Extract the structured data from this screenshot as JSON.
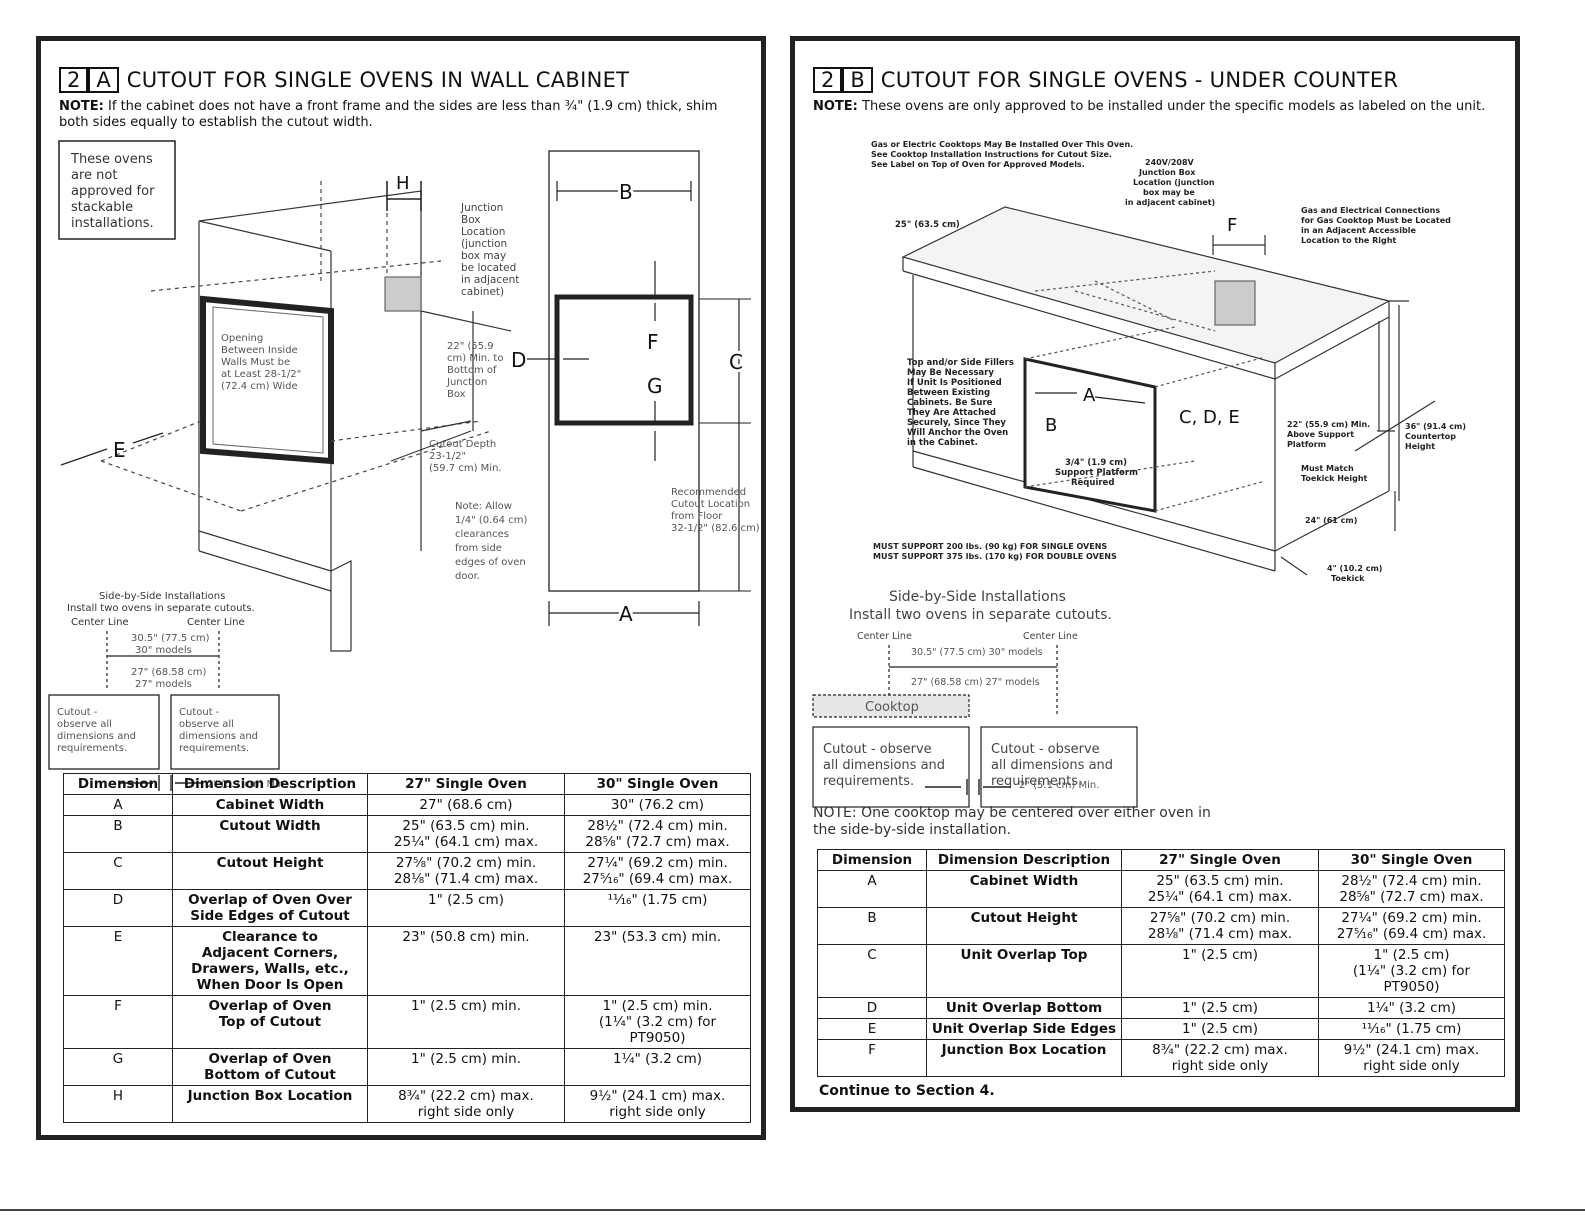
{
  "left": {
    "section_num": "2",
    "section_letter": "A",
    "title": "CUTOUT FOR SINGLE OVENS IN WALL CABINET",
    "note_label": "NOTE:",
    "note_text": "If the cabinet does not have a front frame and the sides are less than ¾\" (1.9 cm) thick, shim both sides equally to establish the cutout width.",
    "diagram": {
      "stackable_note": [
        "These ovens",
        "are not",
        "approved for",
        "stackable",
        "installations."
      ],
      "letter_h": "H",
      "letter_b": "B",
      "letter_d": "D",
      "letter_f": "F",
      "letter_g": "G",
      "letter_c": "C",
      "letter_e": "E",
      "letter_a": "A",
      "junction_note": [
        "Junction",
        "Box",
        "Location",
        "(junction",
        "box may",
        "be located",
        "in adjacent",
        "cabinet)"
      ],
      "opening_note": [
        "Opening",
        "Between Inside",
        "Walls Must be",
        "at Least 28-1/2\"",
        "(72.4 cm) Wide"
      ],
      "min_22_note": [
        "22\" (55.9",
        "cm) Min. to",
        "Bottom of",
        "Junction",
        "Box"
      ],
      "cutout_depth_note": [
        "Cutout Depth",
        "23-1/2\"",
        "(59.7 cm) Min."
      ],
      "allow_note": [
        "Note: Allow",
        "1/4\" (0.64 cm)",
        "clearances",
        "from side",
        "edges of oven",
        "door."
      ],
      "recommended_note": [
        "Recommended",
        "Cutout Location",
        "from Floor",
        "32-1/2\" (82.6 cm)"
      ],
      "side_by_side": [
        "Side-by-Side Installations",
        "Install two ovens in separate cutouts."
      ],
      "center_line_1": "Center Line",
      "center_line_2": "Center Line",
      "dim_30": [
        "30.5\" (77.5 cm)",
        "30\" models"
      ],
      "dim_27": [
        "27\" (68.58 cm)",
        "27\" models"
      ],
      "cutout_box": [
        "Cutout -",
        "observe all",
        "dimensions and",
        "requirements."
      ],
      "gap_note": "2\" (5.1 cm) Min."
    },
    "table": {
      "headers": [
        "Dimension",
        "Dimension Description",
        "27\" Single Oven",
        "30\" Single Oven"
      ],
      "rows": [
        [
          "A",
          "Cabinet Width",
          "27\" (68.6 cm)",
          "30\" (76.2 cm)"
        ],
        [
          "B",
          "Cutout Width",
          "25\" (63.5 cm) min.\n25¼\" (64.1 cm) max.",
          "28½\" (72.4 cm) min.\n28⅝\" (72.7 cm) max."
        ],
        [
          "C",
          "Cutout Height",
          "27⅝\" (70.2 cm) min.\n28⅛\" (71.4 cm) max.",
          "27¼\" (69.2 cm) min.\n27⁵⁄₁₆\" (69.4 cm) max."
        ],
        [
          "D",
          "Overlap of Oven Over\nSide Edges of Cutout",
          "1\" (2.5 cm)",
          "¹¹⁄₁₆\" (1.75 cm)"
        ],
        [
          "E",
          "Clearance to\nAdjacent Corners,\nDrawers, Walls, etc.,\nWhen Door Is Open",
          "23\" (50.8 cm) min.",
          "23\" (53.3 cm) min."
        ],
        [
          "F",
          "Overlap of Oven\nTop of Cutout",
          "1\" (2.5 cm) min.",
          "1\" (2.5 cm) min.\n(1¼\" (3.2 cm) for PT9050)"
        ],
        [
          "G",
          "Overlap of Oven\nBottom of Cutout",
          "1\" (2.5 cm) min.",
          "1¼\" (3.2 cm)"
        ],
        [
          "H",
          "Junction Box Location",
          "8¾\" (22.2 cm) max.\nright side only",
          "9½\" (24.1 cm) max.\nright side only"
        ]
      ]
    }
  },
  "right": {
    "section_num": "2",
    "section_letter": "B",
    "title": "CUTOUT FOR SINGLE OVENS - UNDER COUNTER",
    "note_label": "NOTE:",
    "note_text": "These ovens are only approved to be installed under the specific models as labeled on the unit.",
    "diagram": {
      "cooktop_note": [
        "Gas or Electric Cooktops May Be Installed Over This Oven.",
        "See Cooktop Installation Instructions for Cutout Size.",
        "See Label on Top of Oven for Approved Models."
      ],
      "junction_note": [
        "240V/208V",
        "Junction Box",
        "Location (junction",
        "box may be",
        "in adjacent cabinet)"
      ],
      "gas_note": [
        "Gas and Electrical Connections",
        "for Gas Cooktop Must be Located",
        "in an Adjacent Accessible",
        "Location to the Right"
      ],
      "dim_25": "25\" (63.5 cm)",
      "letter_f": "F",
      "letter_a": "A",
      "letter_b": "B",
      "letters_cde": "C, D, E",
      "fillers_note": [
        "Top and/or Side Fillers",
        "May Be Necessary",
        "If Unit Is Positioned",
        "Between Existing",
        "Cabinets. Be Sure",
        "They Are Attached",
        "Securely, Since They",
        "Will Anchor the Oven",
        "in the Cabinet."
      ],
      "support_note": [
        "3/4\" (1.9 cm)",
        "Support Platform",
        "Required"
      ],
      "min_22_note": [
        "22\" (55.9 cm) Min.",
        "Above Support",
        "Platform"
      ],
      "toekick_match": [
        "Must Match",
        "Toekick Height"
      ],
      "countertop_note": [
        "36\" (91.4 cm)",
        "Countertop",
        "Height"
      ],
      "dim_24": "24\" (61 cm)",
      "toekick_note": [
        "4\" (10.2 cm)",
        "Toekick"
      ],
      "must_support": [
        "MUST SUPPORT 200 lbs. (90 kg) FOR SINGLE OVENS",
        "MUST SUPPORT 375 lbs. (170 kg) FOR DOUBLE OVENS"
      ],
      "side_by_side": [
        "Side-by-Side Installations",
        "Install two ovens in separate cutouts."
      ],
      "center_line_1": "Center Line",
      "center_line_2": "Center Line",
      "dim_30": "30.5\" (77.5 cm) 30\" models",
      "dim_27": "27\" (68.58 cm) 27\" models",
      "cooktop_label": "Cooktop",
      "cutout_box": [
        "Cutout - observe",
        "all dimensions and",
        "requirements."
      ],
      "gap_note": "2\" (5.1 cm) Min."
    },
    "note2_label": "NOTE:",
    "note2_text": "One cooktop may be centered over either oven in the side-by-side installation.",
    "table": {
      "headers": [
        "Dimension",
        "Dimension Description",
        "27\" Single Oven",
        "30\" Single Oven"
      ],
      "rows": [
        [
          "A",
          "Cabinet Width",
          "25\" (63.5 cm) min.\n25¼\" (64.1 cm) max.",
          "28½\" (72.4 cm) min.\n28⅝\" (72.7 cm) max."
        ],
        [
          "B",
          "Cutout Height",
          "27⅝\" (70.2 cm) min.\n28⅛\" (71.4 cm) max.",
          "27¼\" (69.2 cm) min.\n27⁵⁄₁₆\" (69.4 cm) max."
        ],
        [
          "C",
          "Unit Overlap Top",
          "1\" (2.5 cm)",
          "1\" (2.5 cm)\n(1¼\" (3.2 cm) for PT9050)"
        ],
        [
          "D",
          "Unit Overlap Bottom",
          "1\" (2.5 cm)",
          "1¼\" (3.2 cm)"
        ],
        [
          "E",
          "Unit Overlap Side Edges",
          "1\" (2.5 cm)",
          "¹¹⁄₁₆\" (1.75 cm)"
        ],
        [
          "F",
          "Junction Box Location",
          "8¾\" (22.2 cm) max.\nright side only",
          "9½\" (24.1 cm) max.\nright side only"
        ]
      ]
    },
    "continue_text": "Continue to Section 4."
  }
}
